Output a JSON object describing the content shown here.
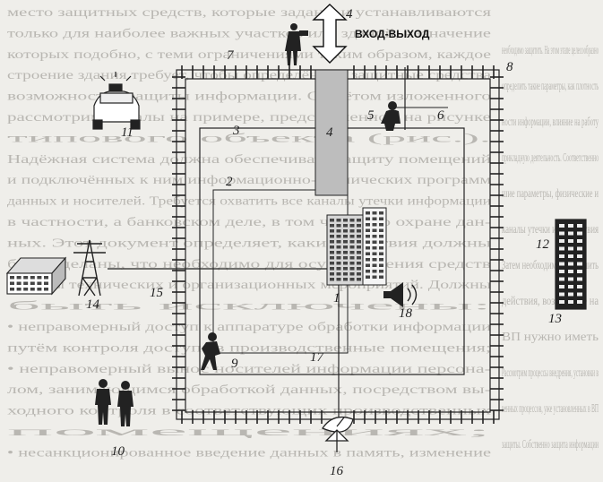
{
  "diagram": {
    "entrance_label": "ВХОД-ВЫХОД",
    "zone_numbers": [
      "1",
      "2",
      "3",
      "4",
      "5",
      "6",
      "7",
      "8",
      "9",
      "10",
      "11",
      "12",
      "13",
      "14",
      "15",
      "16",
      "17",
      "18"
    ]
  },
  "background_text": [
    "место защитных средств, которые заданы и устанавливаются",
    "только для наиболее важных участков или зданий, назначение",
    "которых подобно, с теми ограничениями таким образом, каждое",
    "строение здания требует, чтобы определённые защитные средства",
    "возможностей защиты информации. С учётом изложенного",
    "рассмотрим каналы на примере, представленном на рисунке",
    "типового объекта (рис.).",
    "Надёжная система должна обеспечивать защиту помещений",
    "и подключённых к ним информационно-технических программ",
    "данных и носителей. Требуется охватить все каналы утечки информации",
    "в частности, а банковском деле, в том числе по охране дан-",
    "ных. Этот документ определяет, какие действия должны",
    "быть сделаны, что необходимо для осуществления средств",
    "защиты технических и организационных мероприятий. Должны",
    "быть исключены:",
    "• неправомерный доступ к аппаратуре обработки информации",
    "путём контроля доступа в производственные помещения;",
    "• неправомерный вынос носителей информации персона-",
    "лом, занимающимся обработкой данных, посредством вы-",
    "ходного контроля в соответствующих производственных",
    "помещениях;",
    "• несанкционированное введение данных в память, изменение"
  ],
  "right_background_text": [
    "необходимо защитить. На этом этапе целесообразно",
    "определить такие параметры, как плотность",
    "ности информации, влияние на работу",
    "прикладную деятельность. Соответственно",
    "шие параметры, физические и",
    "каналы утечки и воздействия",
    "Затем необходимо определить",
    "действия, возможные на",
    "ВП нужно иметь",
    "Рассмотрим процессы внедрения, установки в",
    "венных процессов, уже установленных в ВП",
    "защиты. Собственно защита информации"
  ]
}
